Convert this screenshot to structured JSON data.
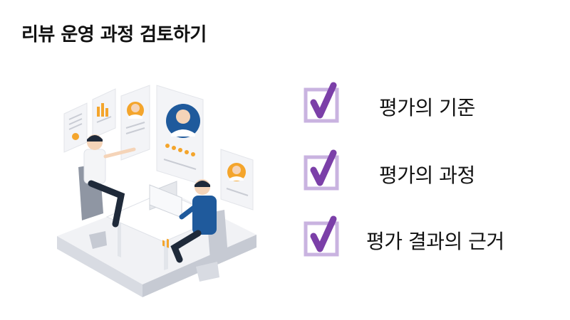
{
  "title": "리뷰 운영 과정 검토하기",
  "colors": {
    "check_box": "#c9b3e0",
    "check_mark": "#7b3fa8",
    "accent_orange": "#f4a52c",
    "accent_blue": "#1f5a9c"
  },
  "checklist": [
    {
      "label": "평가의 기준",
      "icon": "checkbox-checked-icon"
    },
    {
      "label": "평가의 과정",
      "icon": "checkbox-checked-icon"
    },
    {
      "label": "평가 결과의 근거",
      "icon": "checkbox-checked-icon"
    }
  ],
  "illustration": {
    "icon": "review-meeting-illustration",
    "rating_stars": 5
  }
}
